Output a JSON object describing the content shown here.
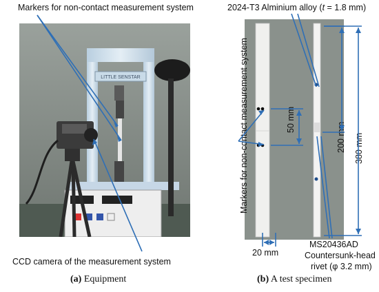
{
  "figure": {
    "left_panel": {
      "label_markers": "Markers for non-contact measurement system",
      "label_camera": "CCD camera of the measurement system",
      "machine_brand": "LITTLE SENSTAR",
      "caption_letter": "(a)",
      "caption_text": "Equipment"
    },
    "right_panel": {
      "label_alloy_prefix": "2024-T3 Alminium alloy (",
      "label_alloy_var": "t",
      "label_alloy_suffix": " = 1.8 mm)",
      "label_markers_vertical": "Markers for non-contact measurement system",
      "dim_gauge": "50 mm",
      "dim_width": "20 mm",
      "dim_half_length": "200 mm",
      "dim_total_length": "380 mm",
      "rivet_line1": "MS20436AD",
      "rivet_line2": "Countersunk-head",
      "rivet_line3": "rivet (φ 3.2 mm)",
      "caption_letter": "(b)",
      "caption_text": "A test specimen"
    },
    "colors": {
      "annotation_line": "#2f6fb6",
      "dimension_line": "#2f6fb6",
      "photo_background": "#8a918c",
      "machine_frame": "#cfe0ec"
    }
  }
}
